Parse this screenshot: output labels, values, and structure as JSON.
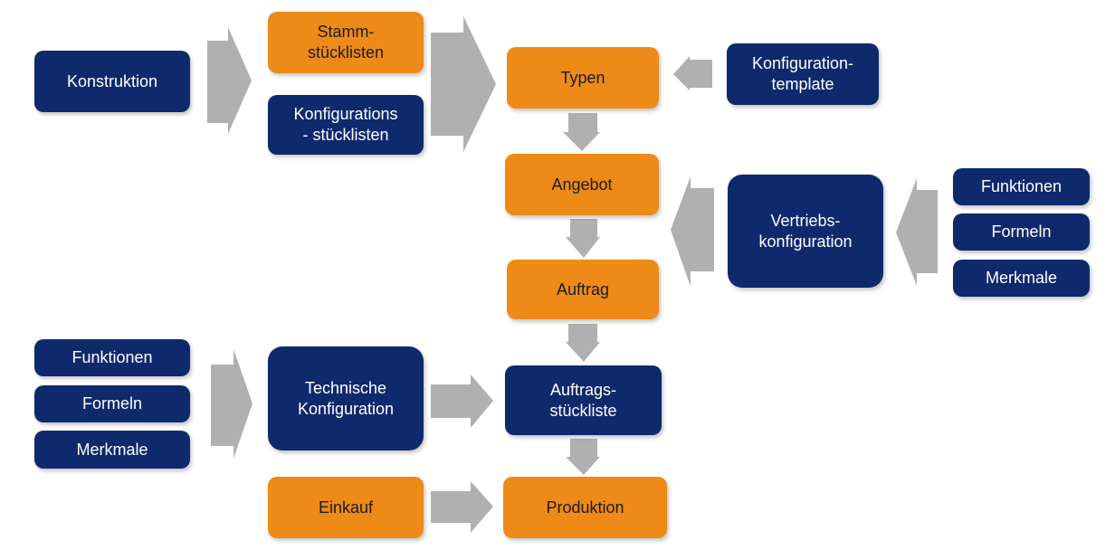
{
  "diagram": {
    "colors": {
      "navy": "#0e2a6d",
      "orange": "#ee8a17",
      "arrow": "#b0b0b0"
    },
    "nodes": {
      "konstruktion": "Konstruktion",
      "stammstuecklisten": "Stamm-\nstücklisten",
      "konfigurationsstuecklisten": "Konfigurations\n- stücklisten",
      "typen": "Typen",
      "konfigurationtemplate": "Konfiguration-\ntemplate",
      "angebot": "Angebot",
      "vertriebskonfiguration": "Vertriebs-\nkonfiguration",
      "vertrieb_funktionen": "Funktionen",
      "vertrieb_formeln": "Formeln",
      "vertrieb_merkmale": "Merkmale",
      "auftrag": "Auftrag",
      "tech_funktionen": "Funktionen",
      "tech_formeln": "Formeln",
      "tech_merkmale": "Merkmale",
      "technische_konfiguration": "Technische\nKonfiguration",
      "auftragsstueckliste": "Auftrags-\nstückliste",
      "einkauf": "Einkauf",
      "produktion": "Produktion"
    },
    "edges": [
      [
        "Konstruktion",
        "Stamm-/Konfigurationsstücklisten"
      ],
      [
        "Stamm-/Konfigurationsstücklisten",
        "Typen"
      ],
      [
        "Konfiguration-template",
        "Typen"
      ],
      [
        "Typen",
        "Angebot"
      ],
      [
        "Vertriebs-konfiguration",
        "Angebot"
      ],
      [
        "Funktionen/Formeln/Merkmale",
        "Vertriebs-konfiguration"
      ],
      [
        "Angebot",
        "Auftrag"
      ],
      [
        "Auftrag",
        "Auftrags-stückliste"
      ],
      [
        "Funktionen/Formeln/Merkmale",
        "Technische Konfiguration"
      ],
      [
        "Technische Konfiguration",
        "Auftrags-stückliste"
      ],
      [
        "Auftrags-stückliste",
        "Produktion"
      ],
      [
        "Einkauf",
        "Produktion"
      ]
    ]
  }
}
